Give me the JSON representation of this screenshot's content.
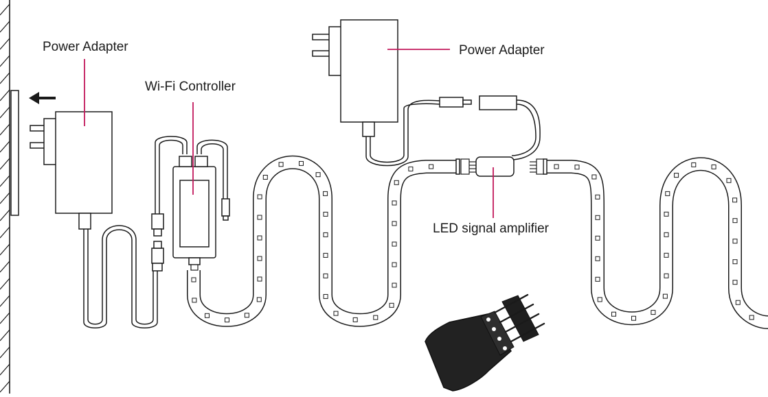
{
  "labels": {
    "power_adapter_left": "Power Adapter",
    "power_adapter_top": "Power Adapter",
    "wifi_controller": "Wi-Fi Controller",
    "led_signal_amplifier": "LED signal amplifier"
  },
  "colors": {
    "line": "#1a1a1a",
    "leader": "#c2185b",
    "connector_fill": "#222222",
    "background": "#ffffff"
  },
  "icons": {
    "direction_arrow": "left-arrow-icon",
    "wall": "wall-hatch-icon"
  }
}
